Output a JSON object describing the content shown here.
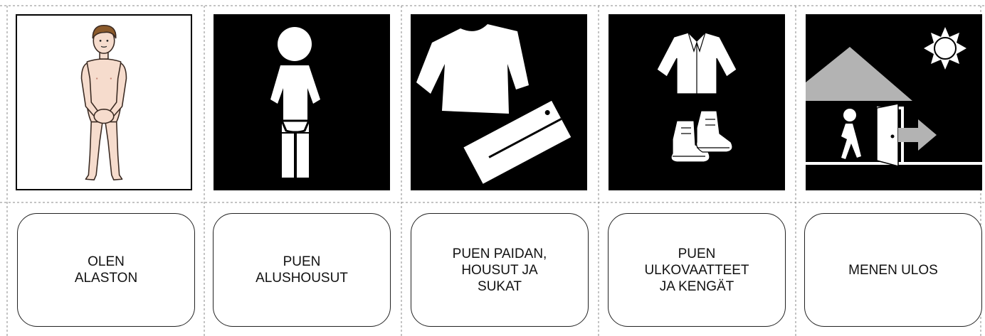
{
  "cards": [
    {
      "label": "OLEN\nALASTON",
      "icon": "naked-boy-icon"
    },
    {
      "label": "PUEN\nALUSHOUSUT",
      "icon": "person-underpants-icon"
    },
    {
      "label": "PUEN PAIDAN,\nHOUSUT JA\nSUKAT",
      "icon": "shirt-and-pants-icon"
    },
    {
      "label": "PUEN\nULKOVAATTEET\nJA KENGÄT",
      "icon": "jacket-and-boots-icon"
    },
    {
      "label": "MENEN ULOS",
      "icon": "going-outside-icon"
    }
  ],
  "colors": {
    "picture_bg": "#000000",
    "skin": "#f6dccd",
    "hair": "#8b5a2b",
    "roof": "#b3b3b3"
  }
}
